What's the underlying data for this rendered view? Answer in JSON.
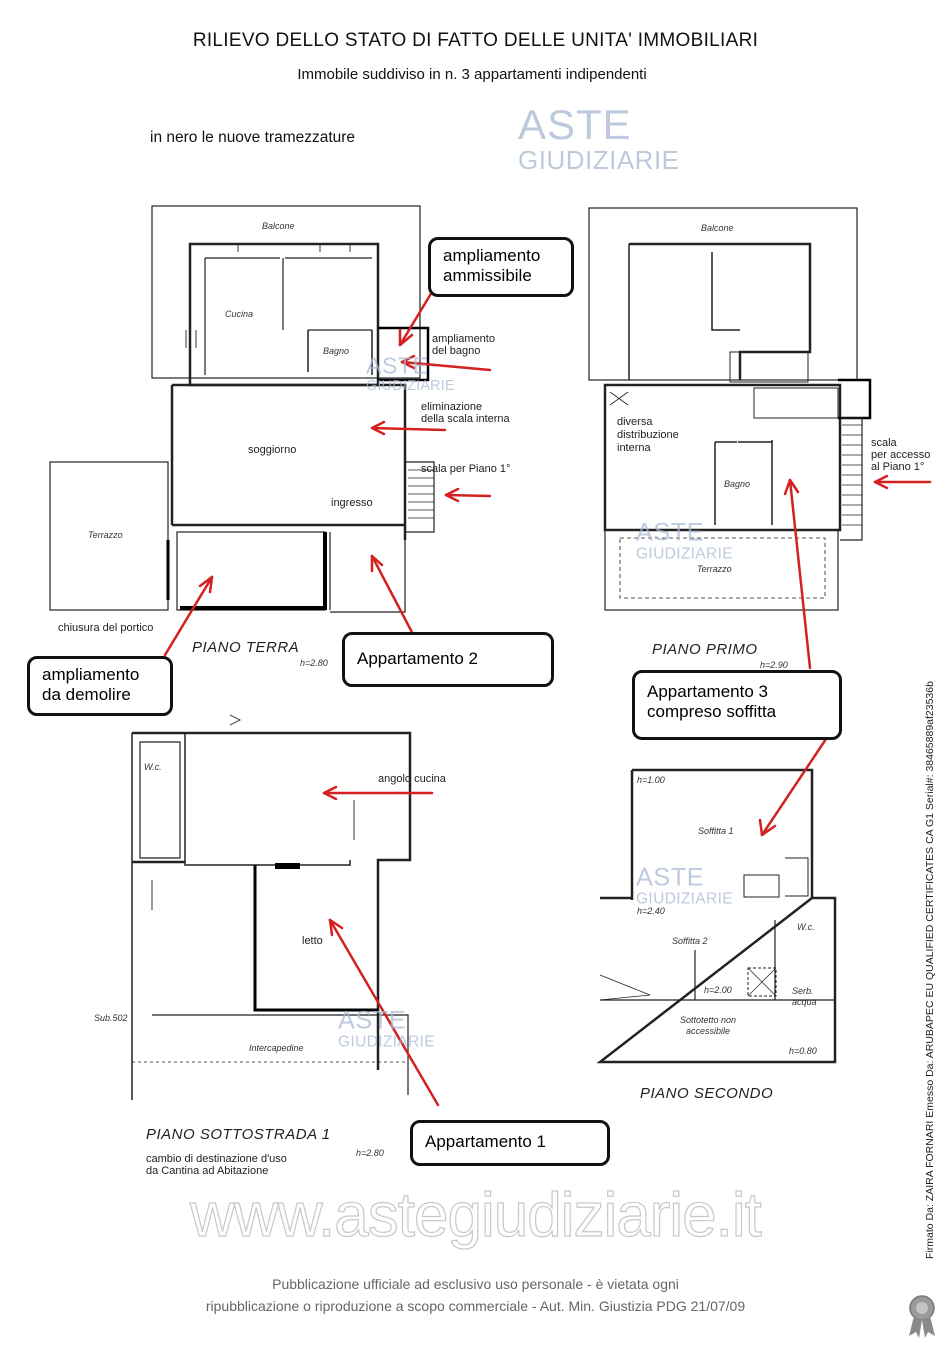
{
  "header": {
    "title": "RILIEVO DELLO STATO DI FATTO DELLE UNITA' IMMOBILIARI",
    "subtitle": "Immobile suddiviso in n. 3 appartamenti indipendenti",
    "legend": "in nero le nuove tramezzature"
  },
  "watermark": {
    "aste": "ASTE",
    "giudiziarie": "GIUDIZIARIE",
    "url": "www.astegiudiziarie.it"
  },
  "piano_terra": {
    "title": "PIANO TERRA",
    "height": "h=2.80",
    "rooms": {
      "balcone": "Balcone",
      "cucina": "Cucina",
      "bagno": "Bagno",
      "soggiorno": "soggiorno",
      "ingresso": "ingresso",
      "terrazzo": "Terrazzo"
    },
    "notes": {
      "ampliamento_bagno_1": "ampliamento",
      "ampliamento_bagno_2": "del bagno",
      "eliminazione_1": "eliminazione",
      "eliminazione_2": "della scala interna",
      "scala": "scala per Piano 1°",
      "chiusura": "chiusura del portico"
    }
  },
  "piano_primo": {
    "title": "PIANO PRIMO",
    "height": "h=2.90",
    "rooms": {
      "balcone": "Balcone",
      "bagno": "Bagno",
      "terrazzo": "Terrazzo"
    },
    "notes": {
      "diversa_1": "diversa",
      "diversa_2": "distribuzione",
      "diversa_3": "interna",
      "scala_1": "scala",
      "scala_2": "per accesso",
      "scala_3": "al Piano 1°"
    }
  },
  "piano_sottostrada": {
    "title": "PIANO SOTTOSTRADA 1",
    "height": "h=2.80",
    "rooms": {
      "wc": "W.c.",
      "letto": "letto",
      "intercapedine": "Intercapedine",
      "sub": "Sub.502"
    },
    "notes": {
      "angolo_cucina": "angolo cucina",
      "cambio_1": "cambio di destinazione d'uso",
      "cambio_2": "da Cantina ad Abitazione"
    }
  },
  "piano_secondo": {
    "title": "PIANO SECONDO",
    "rooms": {
      "soffitta1": "Soffitta 1",
      "soffitta2": "Soffitta 2",
      "wc": "W.c.",
      "serb_1": "Serb.",
      "serb_2": "acqua",
      "sottotetto_1": "Sottotetto non",
      "sottotetto_2": "accessibile"
    },
    "heights": {
      "h100": "h=1.00",
      "h240": "h=2.40",
      "h200": "h=2.00",
      "h080": "h=0.80"
    }
  },
  "callouts": {
    "ampliamento_ammissibile_1": "ampliamento",
    "ampliamento_ammissibile_2": "ammissibile",
    "ampliamento_demolire_1": "ampliamento",
    "ampliamento_demolire_2": "da demolire",
    "appartamento_1": "Appartamento 1",
    "appartamento_2": "Appartamento 2",
    "appartamento_3_1": "Appartamento 3",
    "appartamento_3_2": "compreso soffitta"
  },
  "footer": {
    "line1": "Pubblicazione ufficiale ad esclusivo uso personale - è vietata ogni",
    "line2": "ripubblicazione o riproduzione a scopo commerciale - Aut. Min. Giustizia PDG 21/07/09"
  },
  "signature": "Firmato Da: ZAIRA FORNARI Emesso Da: ARUBAPEC EU QUALIFIED CERTIFICATES CA G1 Serial#: 38465889af23536b",
  "colors": {
    "arrow": "#d42020",
    "watermark": "#a8b9d4",
    "ink": "#111111"
  }
}
